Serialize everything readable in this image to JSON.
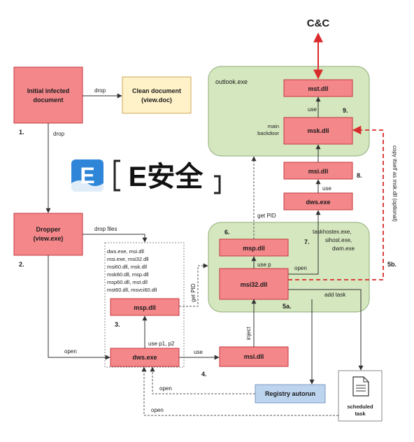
{
  "diagram": {
    "cnc": "C&C",
    "outlook_group": "outlook.exe",
    "initial_doc": [
      "Initial infected",
      "document"
    ],
    "clean_doc": [
      "Clean document",
      "(view.doc)"
    ],
    "dropper": [
      "Dropper",
      "(view.exe)"
    ],
    "mst_dll": "mst.dll",
    "msk_dll": "msk.dll",
    "msi_dll_top": "msi.dll",
    "dws_exe_right": "dws.exe",
    "msp_dll_right": "msp.dll",
    "msi32_dll": "msi32.dll",
    "msp_dll_left": "msp.dll",
    "dws_exe_left": "dws.exe",
    "msi_dll_bottom": "msi.dll",
    "registry_autorun": "Registry autorun",
    "scheduled_task": [
      "scheduled",
      "task"
    ],
    "file_list": [
      "dws.exe, msi.dll",
      "msi.exe, msi32.dll",
      "msi60.dll, msk.dll",
      "msk60.dll, msp.dll",
      "msp60.dll, mst.dll",
      "mst60.dll, msvci60.dll"
    ],
    "edge_labels": {
      "drop_right": "drop",
      "drop_down": "drop",
      "drop_files": "drop files",
      "open_left": "open",
      "use_p1p2": "use p1, p2",
      "use_bottom": "use",
      "get_pid_vertical": "get PID",
      "get_pid_top": "get PID",
      "inject": "inject",
      "use_p": "use p",
      "open_right": "open",
      "add_task": "add task",
      "use_msi_dws": "use",
      "use_mst_msk": "use",
      "main_backdoor": [
        "main",
        "backdoor"
      ],
      "open_registry": "open",
      "open_scheduled": "open",
      "copy_itself": "copy itself as msk.dll (optional)",
      "processes": [
        "taskhostex.exe,",
        "sihost.exe,",
        "dwm.exe"
      ]
    },
    "step_numbers": {
      "s1": "1.",
      "s2": "2.",
      "s3": "3.",
      "s4": "4.",
      "s5a": "5a.",
      "s5b": "5b.",
      "s6": "6.",
      "s7": "7.",
      "s8": "8.",
      "s9": "9."
    }
  },
  "logo": {
    "icon_letter": "E",
    "text": "E安全"
  },
  "colors": {
    "red_box": "#f4878a",
    "red_border": "#c33a3e",
    "yellow_box": "#fff2c8",
    "yellow_border": "#c9a85a",
    "green_group": "#d5e7bf",
    "green_border": "#9cb98a",
    "blue_box": "#bdd4ee",
    "blue_border": "#7b99c2",
    "red_line": "#d92b2b",
    "logo_blue": "#2f86d8"
  }
}
